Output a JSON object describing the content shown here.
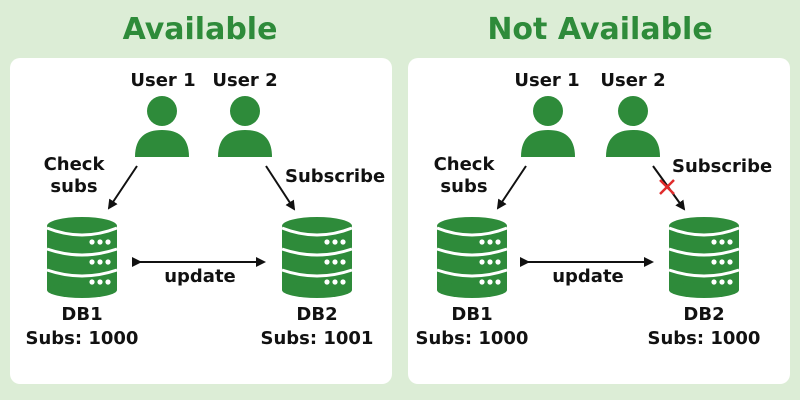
{
  "colors": {
    "background": "#dcedd6",
    "accent": "#2e8b3a",
    "panel": "#ffffff",
    "error": "#e02b2b"
  },
  "panels": [
    {
      "title": "Available",
      "user1": "User 1",
      "user2": "User 2",
      "left_action_line1": "Check",
      "left_action_line2": "subs",
      "right_action": "Subscribe",
      "sync_label": "update",
      "db1_name": "DB1",
      "db1_subs": "Subs: 1000",
      "db2_name": "DB2",
      "db2_subs": "Subs: 1001",
      "write_blocked": false
    },
    {
      "title": "Not Available",
      "user1": "User 1",
      "user2": "User 2",
      "left_action_line1": "Check",
      "left_action_line2": "subs",
      "right_action": "Subscribe",
      "sync_label": "update",
      "db1_name": "DB1",
      "db1_subs": "Subs: 1000",
      "db2_name": "DB2",
      "db2_subs": "Subs: 1000",
      "write_blocked": true
    }
  ],
  "icons": {
    "user": "user-icon",
    "database": "database-icon",
    "blocked": "cross-icon"
  }
}
